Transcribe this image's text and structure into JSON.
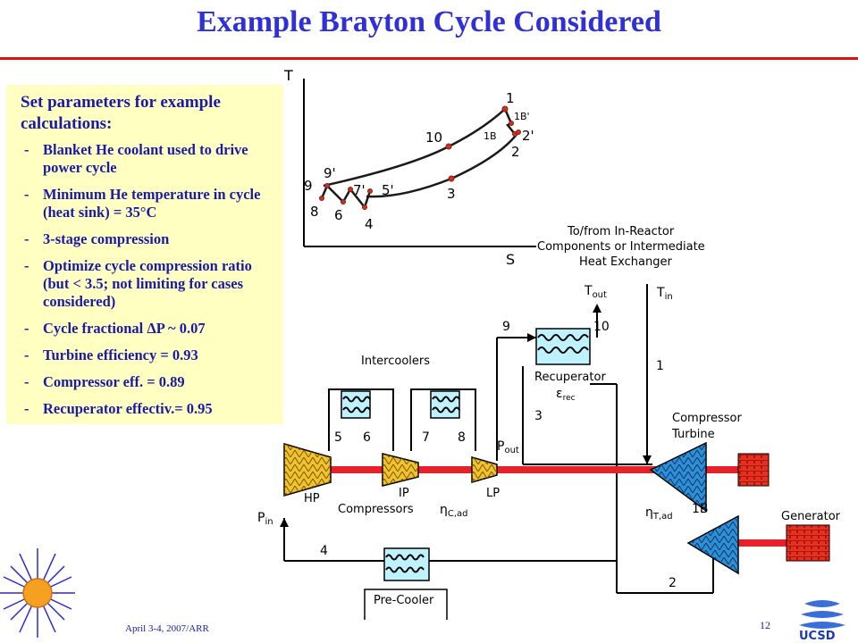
{
  "slide": {
    "title": "Example Brayton Cycle Considered",
    "panel_heading": "Set parameters for example calculations:",
    "bullets": [
      "Blanket He coolant used to drive power cycle",
      "Minimum He temperature in cycle (heat sink) = 35°C",
      "3-stage compression",
      "Optimize cycle compression ratio (but < 3.5; not limiting for cases considered)",
      "Cycle fractional ΔP ~ 0.07",
      "Turbine efficiency = 0.93",
      "Compressor eff. = 0.89",
      "Recuperator effectiv.= 0.95"
    ],
    "footer": "April 3-4, 2007/ARR",
    "page_number": "12"
  },
  "ts_diagram": {
    "y_axis": "T",
    "x_axis": "S",
    "points": [
      "1",
      "1B'",
      "1B",
      "2'",
      "2",
      "10",
      "3",
      "9'",
      "9",
      "7'",
      "5'",
      "8",
      "6",
      "4"
    ]
  },
  "schematic": {
    "heat_source_label": [
      "To/from In-Reactor",
      "Components or Intermediate",
      "Heat Exchanger"
    ],
    "t_out": "T",
    "t_out_sub": "out",
    "t_in": "T",
    "t_in_sub": "in",
    "recuperator": "Recuperator",
    "eps": "ε",
    "eps_sub": "rec",
    "intercoolers": "Intercoolers",
    "compressors": "Compressors",
    "eta_c": "η",
    "eta_c_sub": "C,ad",
    "eta_t": "η",
    "eta_t_sub": "T,ad",
    "hp": "HP",
    "ip": "IP",
    "lp": "LP",
    "p_out": "P",
    "p_out_sub": "out",
    "p_in": "P",
    "p_in_sub": "in",
    "compressor_turbine": [
      "Compressor",
      "Turbine"
    ],
    "generator": "Generator",
    "precooler": "Pre-Cooler",
    "state_labels": {
      "s1": "1",
      "s1b": "1B",
      "s2": "2",
      "s3": "3",
      "s4": "4",
      "s5": "5",
      "s6": "6",
      "s7": "7",
      "s8": "8",
      "s9": "9",
      "s10": "10"
    }
  },
  "colors": {
    "title": "#2f31d6",
    "text_blue": "#1a1aa8",
    "panel_bg": "#ffffc2",
    "shaft_red": "#e8202a",
    "compressor_yellow": "#f2c12e",
    "turbine_blue": "#2f8fd6",
    "hx_cyan": "#bff2ff"
  }
}
